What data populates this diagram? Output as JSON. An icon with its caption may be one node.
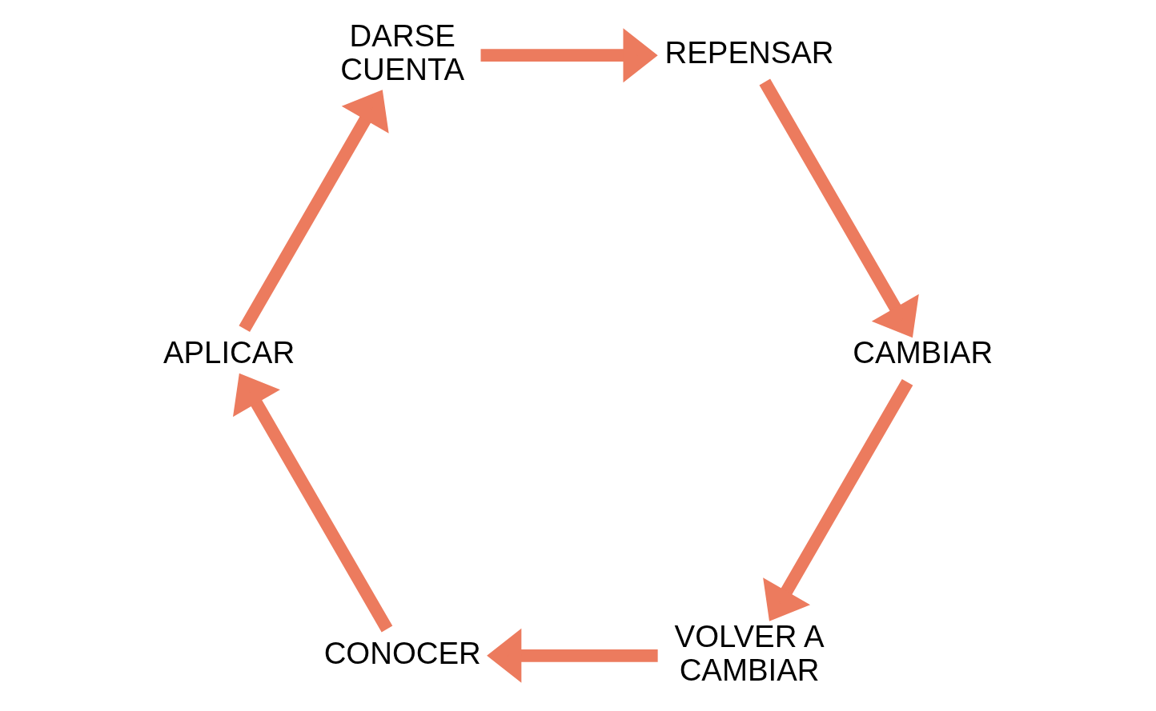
{
  "diagram": {
    "nodes": [
      {
        "text": [
          "VOLVER A CAMBIAR"
        ]
      },
      {
        "text": [
          "CONOCER"
        ]
      },
      {
        "text": [
          "APLICAR"
        ]
      },
      {
        "text": [
          "DARSE CUENTA"
        ]
      },
      {
        "text": [
          "REPENSAR"
        ]
      },
      {
        "text": [
          "CAMBIAR"
        ]
      }
    ],
    "edges": [
      {
        "from": 0,
        "to": 1,
        "arrow": "to"
      },
      {
        "from": 1,
        "to": 2,
        "arrow": "to"
      },
      {
        "from": 2,
        "to": 3,
        "arrow": "to"
      },
      {
        "from": 3,
        "to": 4,
        "arrow": "to"
      },
      {
        "from": 4,
        "to": 5,
        "arrow": "to"
      },
      {
        "from": 5,
        "to": 0,
        "arrow": "to"
      }
    ]
  }
}
